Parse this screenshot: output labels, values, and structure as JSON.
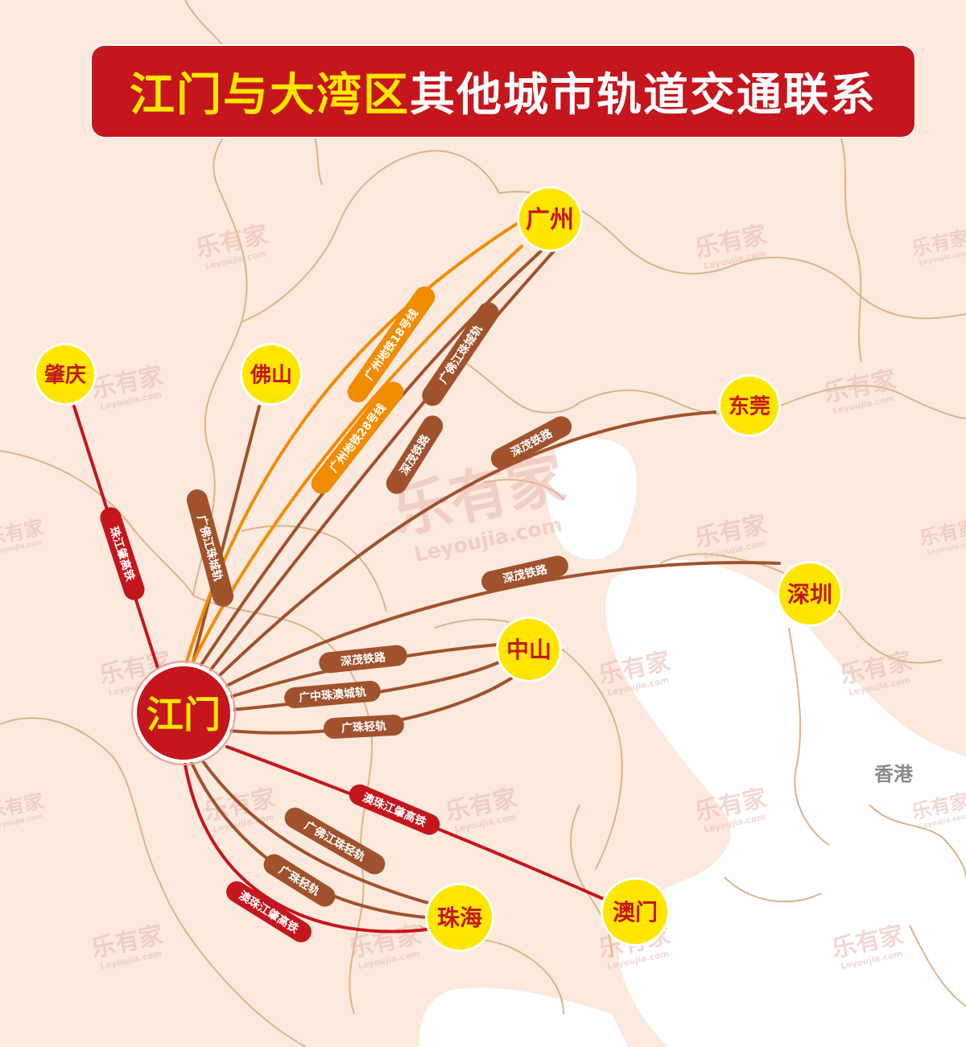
{
  "title": {
    "highlight": "江门与大湾区",
    "rest": "其他城市轨道交通联系"
  },
  "hub": {
    "name": "江门"
  },
  "cities": [
    {
      "id": "guangzhou",
      "name": "广州"
    },
    {
      "id": "zhaoqing",
      "name": "肇庆"
    },
    {
      "id": "foshan",
      "name": "佛山"
    },
    {
      "id": "dongguan",
      "name": "东莞"
    },
    {
      "id": "shenzhen",
      "name": "深圳"
    },
    {
      "id": "zhongshan",
      "name": "中山"
    },
    {
      "id": "zhuhai",
      "name": "珠海"
    },
    {
      "id": "macau",
      "name": "澳门"
    }
  ],
  "hongkong_label": "香港",
  "routes": [
    {
      "id": "zhaoqing-rail",
      "label": "珠江肇高铁",
      "to": "zhaoqing",
      "color": "#c4161c"
    },
    {
      "id": "foshan-intercity",
      "label": "广佛江珠城轨",
      "to": "foshan",
      "color": "#a0522d"
    },
    {
      "id": "gz-metro-18",
      "label": "广州地铁18号线",
      "to": "guangzhou",
      "color": "#f08c00"
    },
    {
      "id": "gz-metro-28",
      "label": "广州地铁28号线",
      "to": "guangzhou",
      "color": "#f08c00"
    },
    {
      "id": "gz-intercity",
      "label": "广佛江珠城轨",
      "to": "guangzhou",
      "color": "#a0522d"
    },
    {
      "id": "gz-shenmao",
      "label": "深茂铁路",
      "to": "guangzhou",
      "color": "#a0522d"
    },
    {
      "id": "dg-shenmao",
      "label": "深茂铁路",
      "to": "dongguan",
      "color": "#a0522d"
    },
    {
      "id": "sz-shenmao",
      "label": "深茂铁路",
      "to": "shenzhen",
      "color": "#a0522d"
    },
    {
      "id": "zs-shenmao",
      "label": "深茂铁路",
      "to": "zhongshan",
      "color": "#a0522d"
    },
    {
      "id": "zs-intercity",
      "label": "广中珠澳城轨",
      "to": "zhongshan",
      "color": "#a0522d"
    },
    {
      "id": "zs-light",
      "label": "广珠轻轨",
      "to": "zhongshan",
      "color": "#a0522d"
    },
    {
      "id": "macau-rail",
      "label": "澳珠江肇高铁",
      "to": "macau",
      "color": "#c4161c"
    },
    {
      "id": "zh-light-1",
      "label": "广佛江珠轻轨",
      "to": "zhuhai",
      "color": "#a0522d"
    },
    {
      "id": "zh-light-2",
      "label": "广珠轻轨",
      "to": "zhuhai",
      "color": "#a0522d"
    },
    {
      "id": "zh-rail",
      "label": "澳珠江肇高铁",
      "to": "zhuhai",
      "color": "#c4161c"
    }
  ],
  "watermark": {
    "text": "乐有家",
    "sub": "Leyoujia.com"
  },
  "colors": {
    "land": "#fbe9dd",
    "sea": "#ffffff",
    "border": "#d9b48a",
    "city_fill": "#ffe600",
    "city_text": "#c4161c",
    "hub_fill": "#c4161c",
    "title_bg": "#c4161c",
    "title_highlight": "#ffe600"
  }
}
